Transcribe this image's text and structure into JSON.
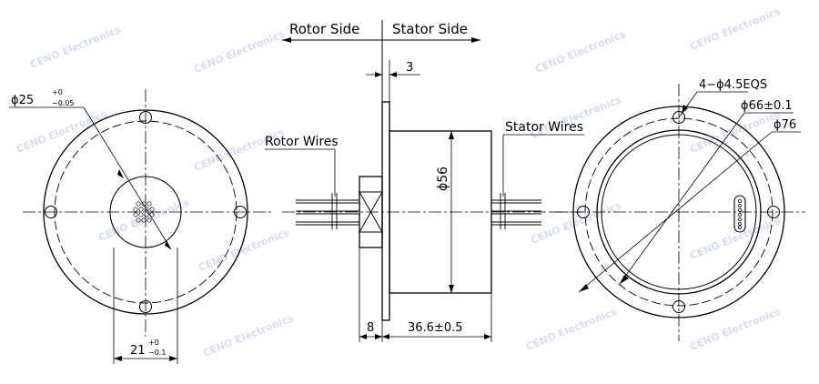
{
  "header": {
    "rotor_side": "Rotor Side",
    "stator_side": "Stator Side"
  },
  "labels": {
    "rotor_wires": "Rotor Wires",
    "stator_wires": "Stator Wires"
  },
  "dimensions": {
    "flange_thickness": "3",
    "body_diameter": "ϕ56",
    "rotor_shaft_length": "8",
    "body_length": "36.6±0.5",
    "shaft_diameter": "ϕ25",
    "shaft_diameter_tol_upper": "+0",
    "shaft_diameter_tol_lower": "−0.05",
    "shaft_width": "21",
    "shaft_width_tol_upper": "+0",
    "shaft_width_tol_lower": "−0.1",
    "mounting_holes": "4−ϕ4.5EQS",
    "pitch_circle": "ϕ66±0.1",
    "flange_diameter": "ϕ76"
  },
  "watermark": "CENO Electronics"
}
